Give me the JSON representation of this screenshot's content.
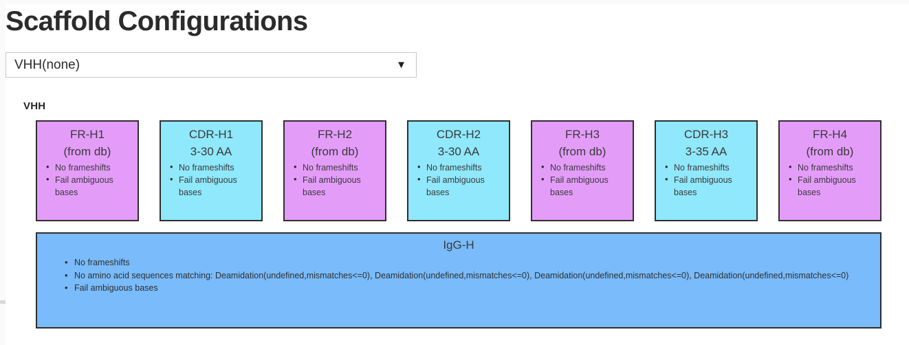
{
  "page": {
    "title": "Scaffold Configurations"
  },
  "scaffold_select": {
    "selected": "VHH(none)",
    "caret_icon": "chevron-down-icon",
    "options": [
      "VHH(none)"
    ]
  },
  "chain": {
    "label": "VHH"
  },
  "regions": [
    {
      "name": "FR-H1",
      "subtitle": "(from db)",
      "kind": "fr",
      "color": "#e49cf9",
      "rules": [
        "No frameshifts",
        "Fail ambiguous bases"
      ]
    },
    {
      "name": "CDR-H1",
      "subtitle": "3-30 AA",
      "kind": "cdr",
      "color": "#8fe8fb",
      "rules": [
        "No frameshifts",
        "Fail ambiguous bases"
      ]
    },
    {
      "name": "FR-H2",
      "subtitle": "(from db)",
      "kind": "fr",
      "color": "#e49cf9",
      "rules": [
        "No frameshifts",
        "Fail ambiguous bases"
      ]
    },
    {
      "name": "CDR-H2",
      "subtitle": "3-30 AA",
      "kind": "cdr",
      "color": "#8fe8fb",
      "rules": [
        "No frameshifts",
        "Fail ambiguous bases"
      ]
    },
    {
      "name": "FR-H3",
      "subtitle": "(from db)",
      "kind": "fr",
      "color": "#e49cf9",
      "rules": [
        "No frameshifts",
        "Fail ambiguous bases"
      ]
    },
    {
      "name": "CDR-H3",
      "subtitle": "3-35 AA",
      "kind": "cdr",
      "color": "#8fe8fb",
      "rules": [
        "No frameshifts",
        "Fail ambiguous bases"
      ]
    },
    {
      "name": "FR-H4",
      "subtitle": "(from db)",
      "kind": "fr",
      "color": "#e49cf9",
      "rules": [
        "No frameshifts",
        "Fail ambiguous bases"
      ]
    }
  ],
  "constant_region": {
    "name": "IgG-H",
    "color": "#79bbfb",
    "rules": [
      "No frameshifts",
      "No amino acid sequences matching: Deamidation(undefined,mismatches<=0), Deamidation(undefined,mismatches<=0), Deamidation(undefined,mismatches<=0), Deamidation(undefined,mismatches<=0)",
      "Fail ambiguous bases"
    ]
  }
}
